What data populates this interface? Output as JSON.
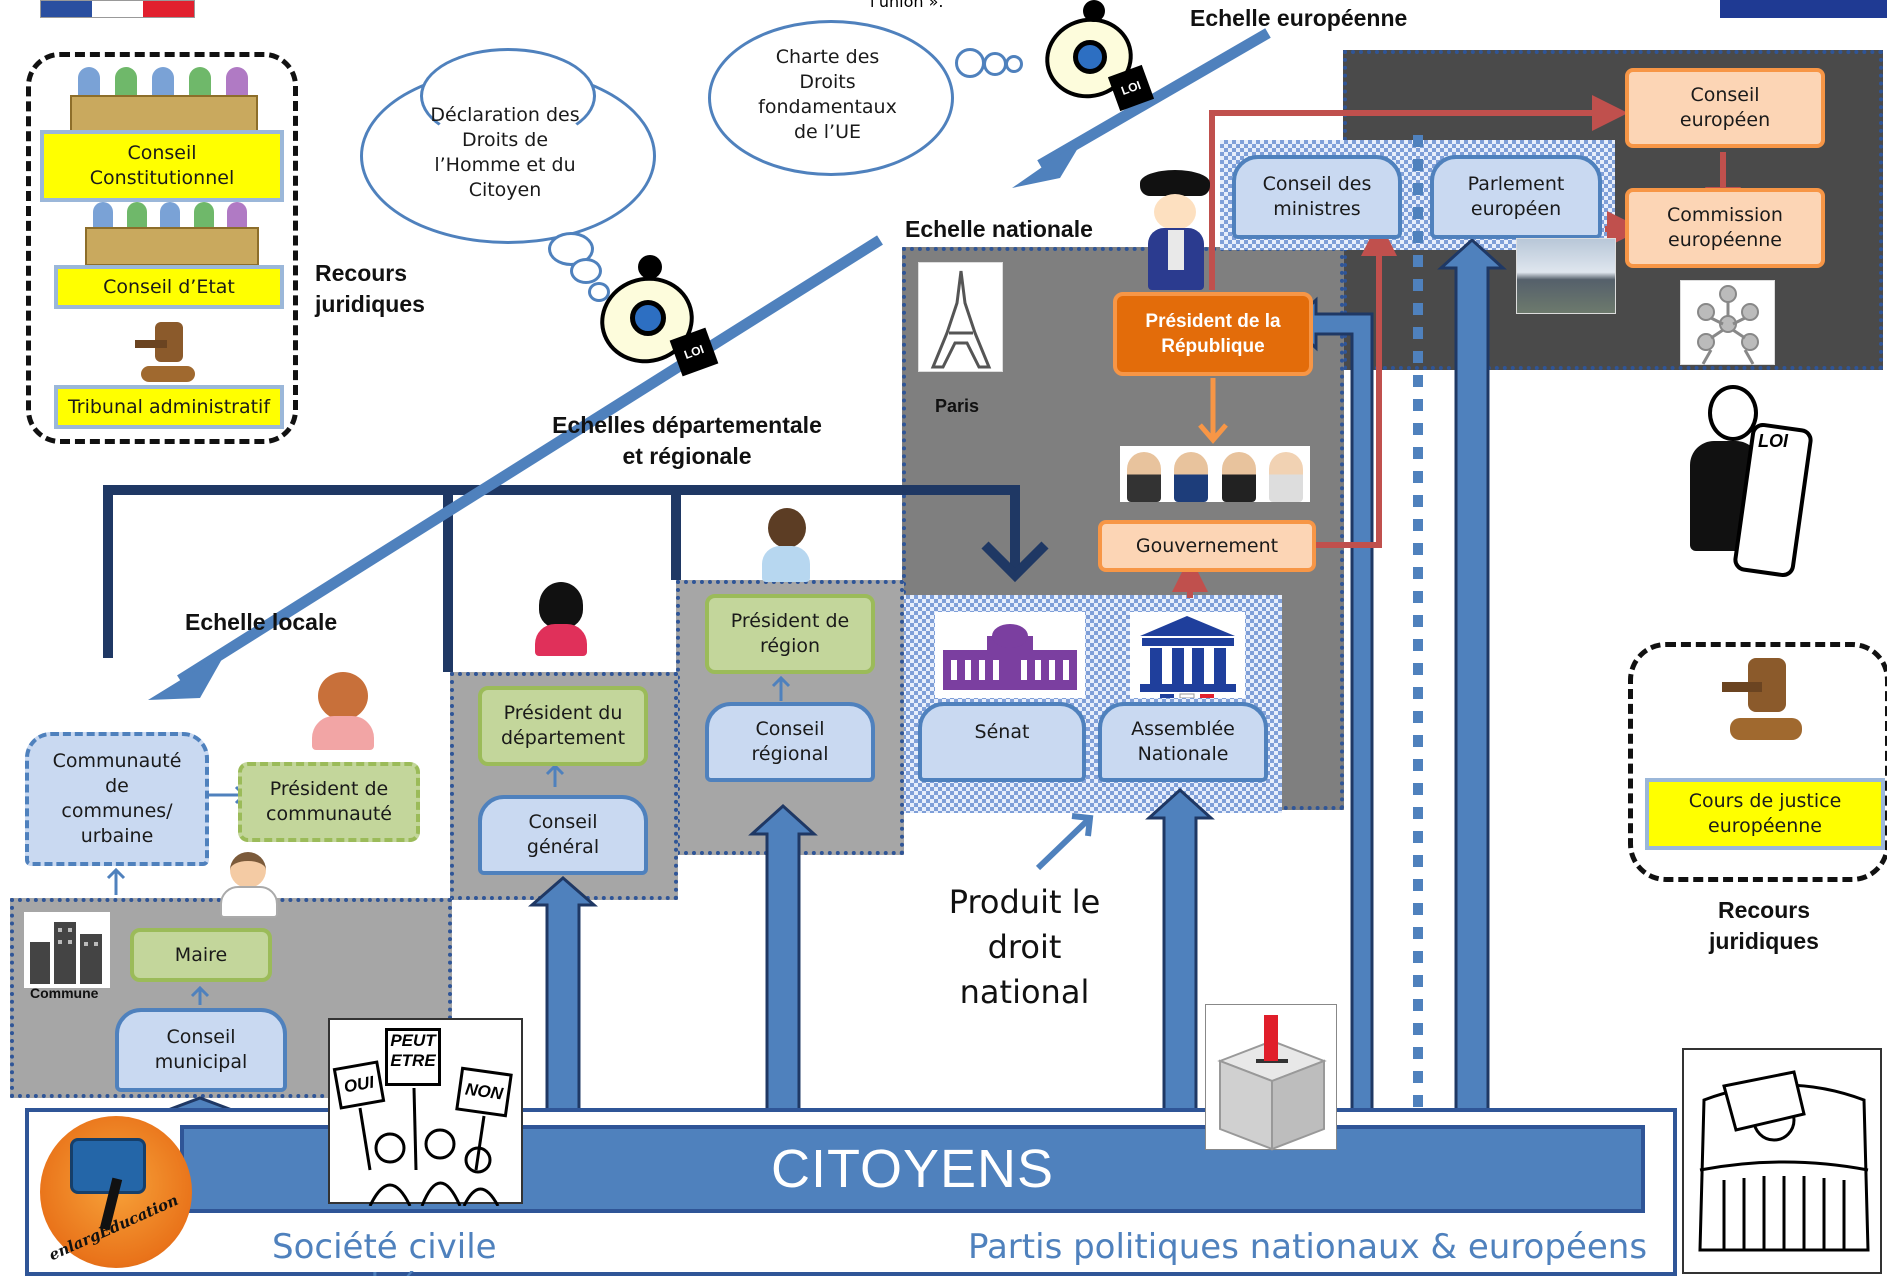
{
  "labels": {
    "echelle_europeenne": "Echelle européenne",
    "echelle_nationale": "Echelle nationale",
    "echelles_dep_reg": "Echelles départementale\net  régionale",
    "echelle_locale": "Echelle locale",
    "recours_left": "Recours\njuridiques",
    "recours_right": "Recours\njuridiques",
    "produit": "Produit le\ndroit\nnational",
    "union_fragment": "l'union »."
  },
  "clouds": {
    "declaration": "Déclaration des\nDroits de\nl’Homme et du\nCitoyen",
    "charte": "Charte des\nDroits\nfondamentaux\nde l’UE"
  },
  "courts_left": {
    "constitutionnel": "Conseil\nConstitutionnel",
    "etat": "Conseil d’Etat",
    "tribunal": "Tribunal administratif"
  },
  "court_right": "Cours de justice\neuropéenne",
  "europe": {
    "conseil_europeen": "Conseil\neuropéen",
    "commission": "Commission\neuropéenne",
    "conseil_ministres": "Conseil des\nministres",
    "parlement": "Parlement\neuropéen"
  },
  "national": {
    "paris": "Paris",
    "president": "Président de la\nRépublique",
    "gouvernement": "Gouvernement",
    "senat": "Sénat",
    "assemblee": "Assemblée\nNationale"
  },
  "regional": {
    "president_region": "Président de\nrégion",
    "conseil_regional": "Conseil\nrégional",
    "president_dep": "Président du\ndépartement",
    "conseil_general": "Conseil\ngénéral"
  },
  "local": {
    "communaute": "Communauté\nde\ncommunes/\nurbaine",
    "president_communaute": "Président de\ncommunauté",
    "maire": "Maire",
    "conseil_municipal": "Conseil\nmunicipal",
    "commune": "Commune"
  },
  "bottom": {
    "citoyens": "CITOYENS",
    "societe": "Société civile organisée",
    "partis": "Partis politiques nationaux & européens",
    "logo_text": "enlargEducation"
  },
  "signs": {
    "peut": "PEUT\nETRE",
    "oui": "OUI",
    "non": "NON",
    "loi": "LOI"
  },
  "colors": {
    "blue_arrow": "#4f81bd",
    "dark_blue": "#1f3864",
    "red_arrow": "#c0504d",
    "orange_arrow": "#f79646"
  }
}
